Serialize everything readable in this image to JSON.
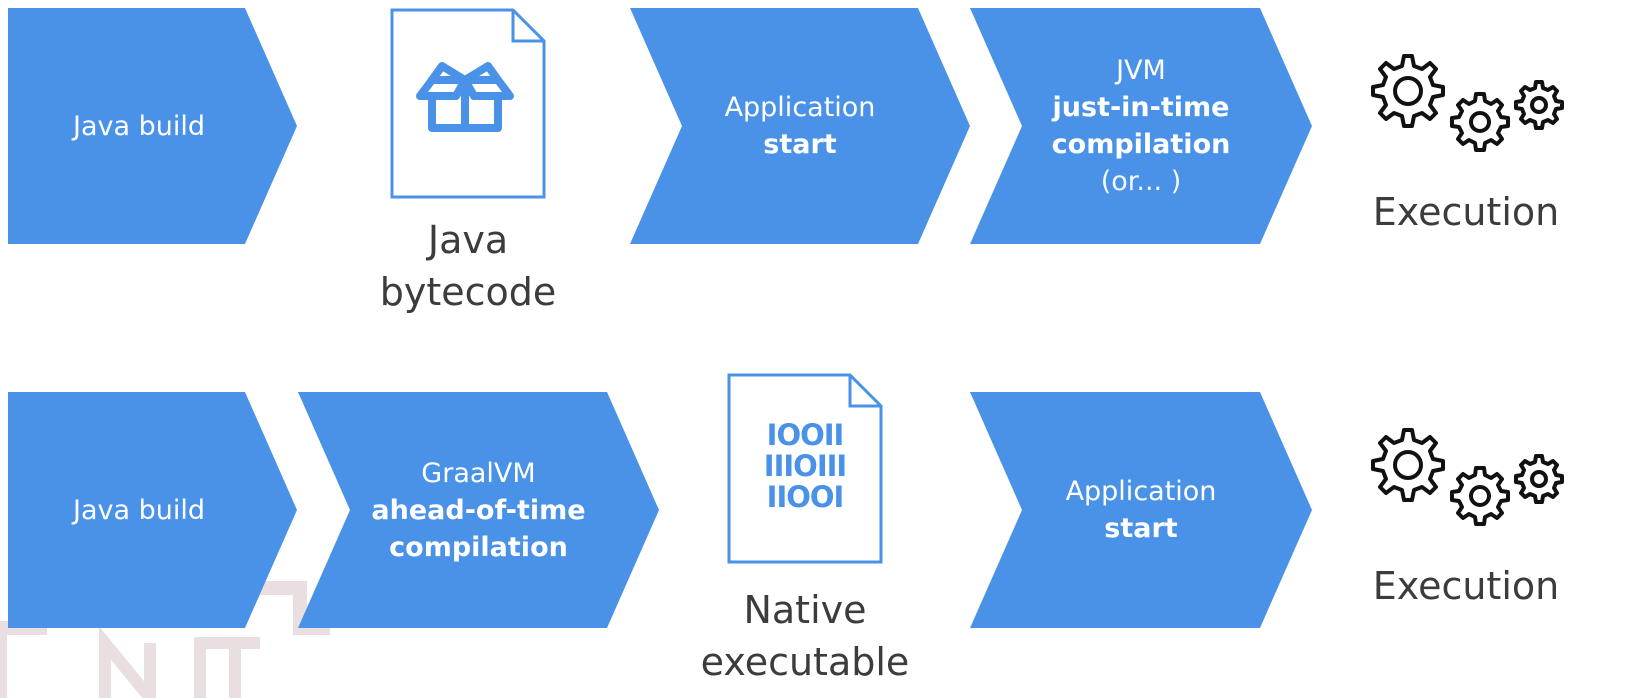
{
  "theme": {
    "chevron_fill": "#4a92e8",
    "doc_stroke": "#4a92e8",
    "gear_stroke": "#111111",
    "watermark": "#eadfe0"
  },
  "row1": {
    "step1": "Java build",
    "doc_caption_1": "Java",
    "doc_caption_2": "bytecode",
    "doc_icon": "package-box-icon",
    "step3_line1": "Application",
    "step3_line2": "start",
    "step4_line1": "JVM",
    "step4_line2": "just-in-time",
    "step4_line3": "compilation",
    "step4_line4": "(or... )",
    "result_icon": "gears-icon",
    "result": "Execution"
  },
  "row2": {
    "step1": "Java build",
    "step2_line1": "GraalVM",
    "step2_line2": "ahead-of-time",
    "step2_line3": "compilation",
    "doc_icon": "binary-digits-icon",
    "doc_binary": [
      "IOOII",
      "IIIOIII",
      "IIOOI"
    ],
    "doc_caption_1": "Native",
    "doc_caption_2": "executable",
    "step4_line1": "Application",
    "step4_line2": "start",
    "result_icon": "gears-icon",
    "result": "Execution"
  }
}
